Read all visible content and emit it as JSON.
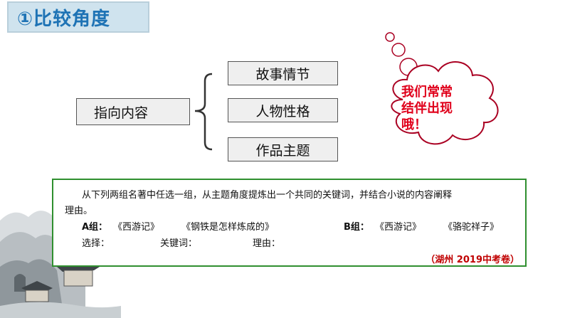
{
  "title": "①比较角度",
  "diagram": {
    "main": "指向内容",
    "branches": [
      "故事情节",
      "人物性格",
      "作品主题"
    ]
  },
  "callout": {
    "lines": [
      "我们常常",
      "结伴出现",
      "哦！"
    ]
  },
  "question": {
    "prompt_line1": "从下列两组名著中任选一组，从主题角度提炼出一个共同的关键词，并结合小说的内容阐释",
    "prompt_line2": "理由。",
    "group_a_label": "A组：",
    "group_a_book1": "《西游记》",
    "group_a_book2": "《钢铁是怎样炼成的》",
    "group_b_label": "B组：",
    "group_b_book1": "《西游记》",
    "group_b_book2": "《骆驼祥子》",
    "choose_label": "选择：",
    "keyword_label": "关键词：",
    "reason_label": "理由：",
    "source": "（湖州 2019中考卷）"
  },
  "colors": {
    "title_text": "#1e73b5",
    "title_bg": "#cfe3ee",
    "callout_text": "#e0001b",
    "question_border": "#2f8f2f",
    "source_text": "#c00000"
  }
}
